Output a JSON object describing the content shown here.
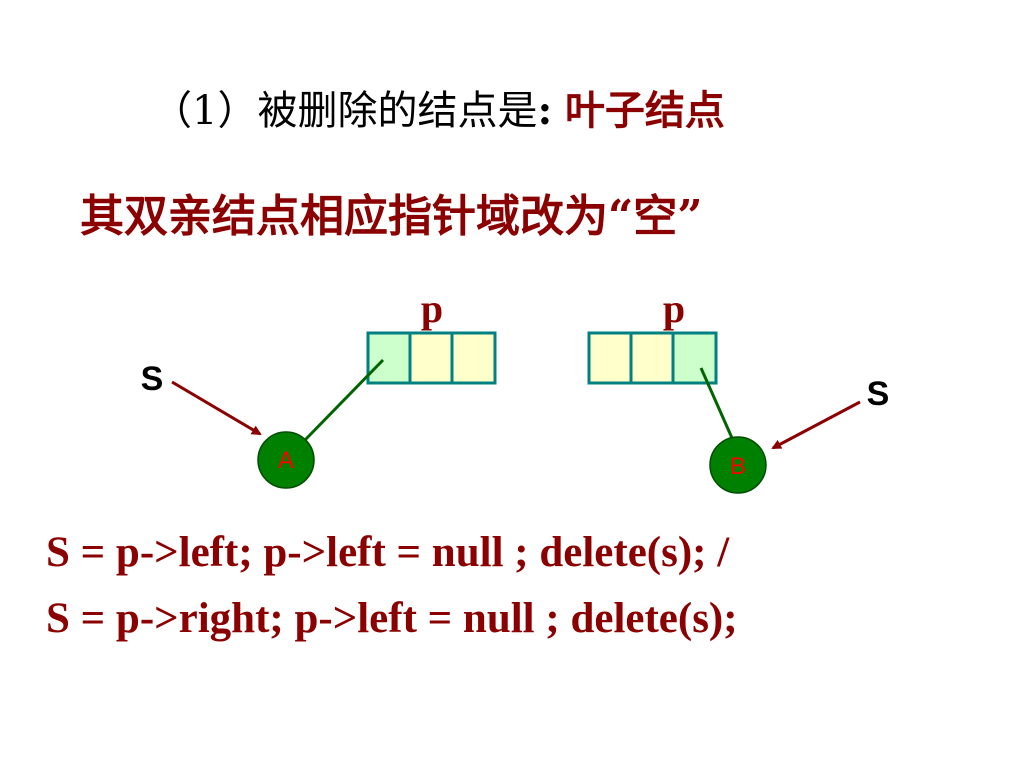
{
  "title": {
    "prefix": "（1）被删除的结点是",
    "colon": ":",
    "highlight": "叶子结点"
  },
  "subtitle": {
    "text": "其双亲结点相应指针域改为“空”"
  },
  "diagram": {
    "left": {
      "pointer_label": "p",
      "s_label": "S",
      "node_label": "A"
    },
    "right": {
      "pointer_label": "p",
      "s_label": "S",
      "node_label": "B"
    },
    "colors": {
      "cell_fill": "#FFFFCC",
      "highlight_cell": "#CCFFCC",
      "cell_border": "#008080",
      "node_fill": "#008000",
      "node_text": "#FF0000",
      "arrow": "#8B0000",
      "link": "#006400"
    }
  },
  "code": {
    "line1": "S = p->left; p->left = null ;  delete(s); /",
    "line2": "S = p->right; p->left = null ; delete(s);"
  }
}
